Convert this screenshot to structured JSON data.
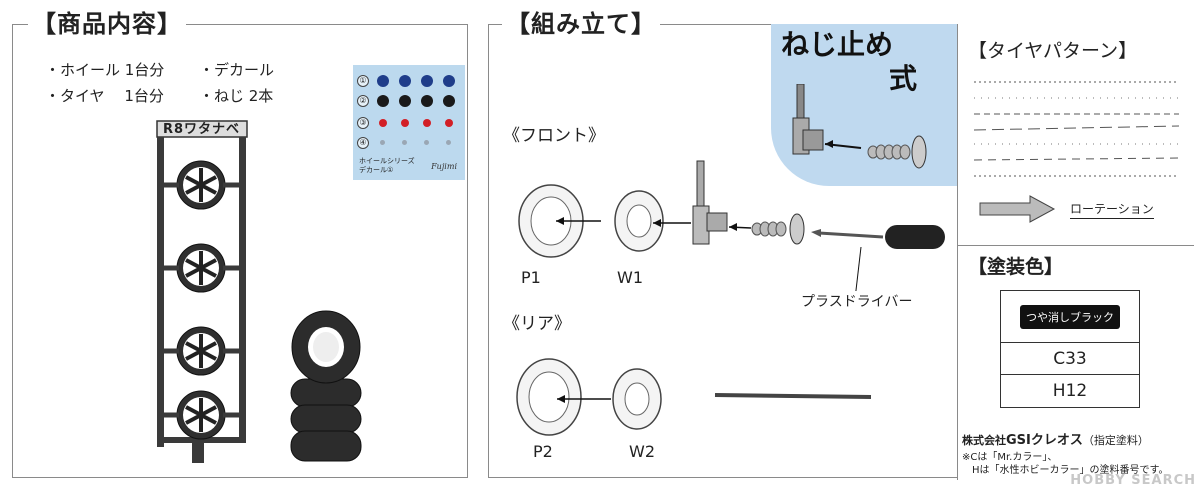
{
  "contents": {
    "title": "【商品内容】",
    "items": [
      "・ホイール 1台分",
      "・デカール",
      "・タイヤ　 1台分",
      "・ねじ 2本"
    ],
    "sprue_label": "R8ワタナベ"
  },
  "decal": {
    "row_numbers": [
      "①",
      "②",
      "③",
      "④"
    ],
    "caption_line1": "ホイールシリーズ",
    "caption_line2": "デカール①",
    "logo": "Fujimi",
    "colors": {
      "row1": "#1f3d8a",
      "row2": "#1a1a1a",
      "row3": "#d21f26",
      "row4": "#9aa7b4"
    }
  },
  "assembly": {
    "title": "【組み立て】",
    "screw_title_line1": "ねじ止め",
    "screw_title_line2": "式",
    "front_label": "《フロント》",
    "rear_label": "《リア》",
    "parts": {
      "p1": "P1",
      "w1": "W1",
      "p2": "P2",
      "w2": "W2"
    },
    "driver_label": "プラスドライバー"
  },
  "tire_pattern": {
    "title": "【タイヤパターン】",
    "rotation_label": "ローテーション"
  },
  "paint": {
    "title": "【塗装色】",
    "color_name": "つや消しブラック",
    "code1": "C33",
    "code2": "H12",
    "maker_line": "株式会社",
    "maker_brand": "GSIクレオス",
    "maker_note": "（指定塗料）",
    "note1": "※Cは「Mr.カラー」、",
    "note2": "Hは「水性ホビーカラー」の塗料番号です。"
  },
  "watermark": "HOBBY SEARCH"
}
